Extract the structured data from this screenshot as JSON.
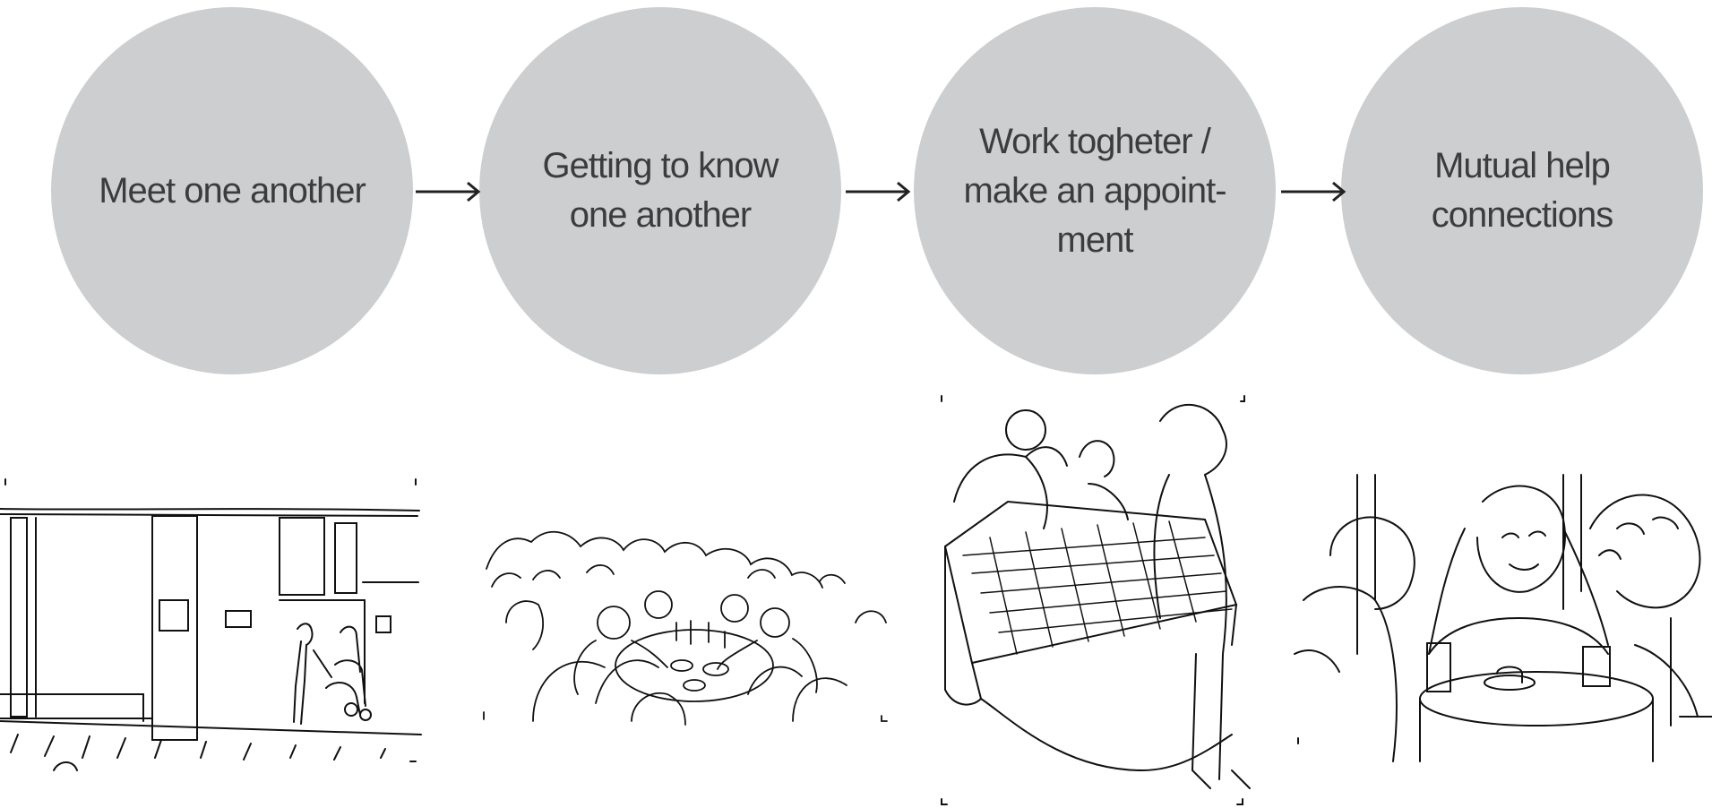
{
  "diagram": {
    "steps": [
      {
        "label": "Meet one another"
      },
      {
        "label": "Getting to know\none another"
      },
      {
        "label": "Work togheter /\nmake an appoint-\nment"
      },
      {
        "label": "Mutual help\nconnections"
      }
    ],
    "colors": {
      "circle": "#cdcecf",
      "text": "#3c3c3c",
      "line": "#111111"
    },
    "illustrations": [
      {
        "depicts": "building-entrance-sketch"
      },
      {
        "depicts": "group-dinner-sketch"
      },
      {
        "depicts": "working-together-sketch"
      },
      {
        "depicts": "cafe-conversation-sketch"
      }
    ]
  }
}
